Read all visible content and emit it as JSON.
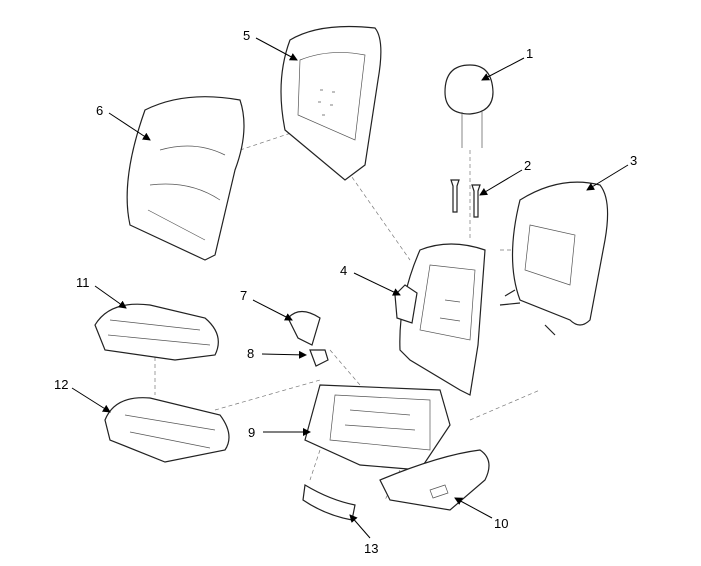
{
  "diagram": {
    "title": "Seat assembly exploded view",
    "callouts": [
      "1",
      "2",
      "3",
      "4",
      "5",
      "6",
      "7",
      "8",
      "9",
      "10",
      "11",
      "12",
      "13"
    ]
  }
}
